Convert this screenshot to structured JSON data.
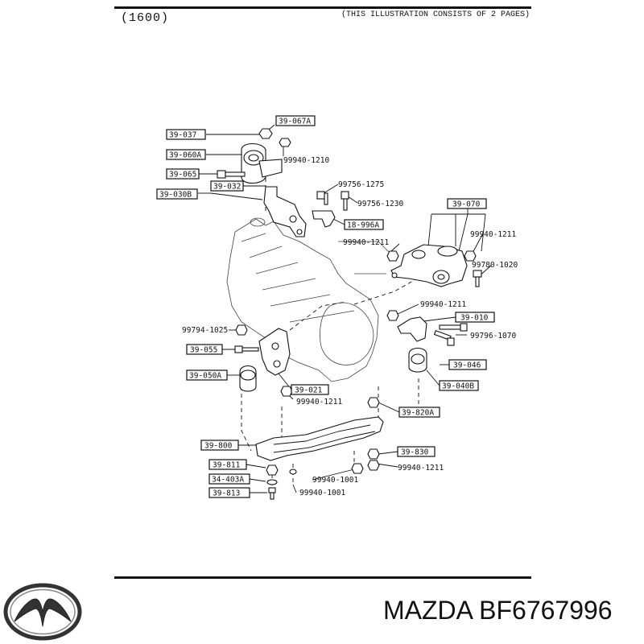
{
  "header": {
    "code": "(1600)",
    "note": "(THIS ILLUSTRATION CONSISTS OF  2 PAGES)"
  },
  "boxed_labels": [
    {
      "key": "39-067A",
      "text": "39-067A"
    },
    {
      "key": "39-037",
      "text": "39-037"
    },
    {
      "key": "39-060A",
      "text": "39-060A"
    },
    {
      "key": "39-065",
      "text": "39-065"
    },
    {
      "key": "39-032",
      "text": "39-032"
    },
    {
      "key": "39-030B",
      "text": "39-030B"
    },
    {
      "key": "18-996A",
      "text": "18-996A"
    },
    {
      "key": "39-070",
      "text": "39-070"
    },
    {
      "key": "39-010",
      "text": "39-010"
    },
    {
      "key": "39-055",
      "text": "39-055"
    },
    {
      "key": "39-046",
      "text": "39-046"
    },
    {
      "key": "39-050A",
      "text": "39-050A"
    },
    {
      "key": "39-021",
      "text": "39-021"
    },
    {
      "key": "39-040B",
      "text": "39-040B"
    },
    {
      "key": "39-820A",
      "text": "39-820A"
    },
    {
      "key": "39-800",
      "text": "39-800"
    },
    {
      "key": "39-830",
      "text": "39-830"
    },
    {
      "key": "39-811",
      "text": "39-811"
    },
    {
      "key": "34-403A",
      "text": "34-403A"
    },
    {
      "key": "39-813",
      "text": "39-813"
    }
  ],
  "plain_labels": [
    {
      "key": "99940-1210",
      "text": "99940-1210"
    },
    {
      "key": "99756-1275",
      "text": "99756-1275"
    },
    {
      "key": "99756-1230",
      "text": "99756-1230"
    },
    {
      "key": "99940-1211-a",
      "text": "99940-1211"
    },
    {
      "key": "99940-1211-b",
      "text": "99940-1211"
    },
    {
      "key": "99780-1020",
      "text": "99780-1020"
    },
    {
      "key": "99940-1211-c",
      "text": "99940-1211"
    },
    {
      "key": "99794-1025",
      "text": "99794-1025"
    },
    {
      "key": "99796-1070",
      "text": "99796-1070"
    },
    {
      "key": "99940-1211-d",
      "text": "99940-1211"
    },
    {
      "key": "99940-1211-e",
      "text": "99940-1211"
    },
    {
      "key": "99940-1001-a",
      "text": "99940-1001"
    },
    {
      "key": "99940-1001-b",
      "text": "99940-1001"
    }
  ],
  "footer": {
    "brand_text": "MAZDA BF6767996",
    "logo_icon": "mazda-logo-icon"
  }
}
